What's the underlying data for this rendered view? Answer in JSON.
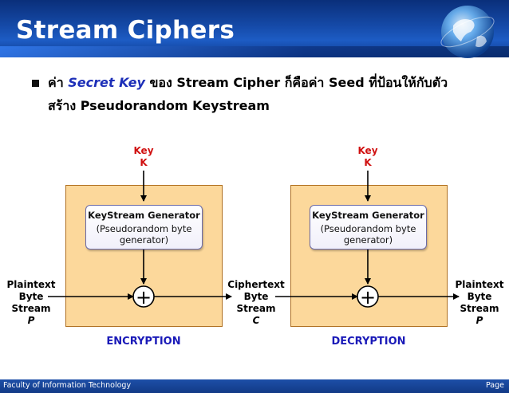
{
  "slide": {
    "title": "Stream Ciphers",
    "bullet": {
      "part1": "ค่า ",
      "secret_key": "Secret Key",
      "part2": " ของ Stream Cipher ก็คือค่า Seed ที่ป้อนให้กับตัว",
      "line2": "สร้าง Pseudorandom Keystream"
    }
  },
  "diagram": {
    "encryption": {
      "key_label": "Key",
      "key_symbol": "K",
      "generator_title": "KeyStream Generator",
      "generator_line1": "(Pseudorandom byte",
      "generator_line2": "generator)",
      "input_lines": [
        "Plaintext",
        "Byte",
        "Stream",
        "P"
      ],
      "output_lines": [
        "Ciphertext",
        "Byte",
        "Stream",
        "C"
      ],
      "caption": "ENCRYPTION",
      "xor_symbol": "+"
    },
    "decryption": {
      "key_label": "Key",
      "key_symbol": "K",
      "generator_title": "KeyStream Generator",
      "generator_line1": "(Pseudorandom byte",
      "generator_line2": "generator)",
      "output_lines": [
        "Plaintext",
        "Byte",
        "Stream",
        "P"
      ],
      "caption": "DECRYPTION",
      "xor_symbol": "+"
    }
  },
  "footer": {
    "left": "Faculty of Information Technology",
    "right": "Page"
  },
  "colors": {
    "header": "#154aa8",
    "panel": "#fcd89b",
    "key_red": "#d01010",
    "caption_blue": "#1a1ab8"
  }
}
